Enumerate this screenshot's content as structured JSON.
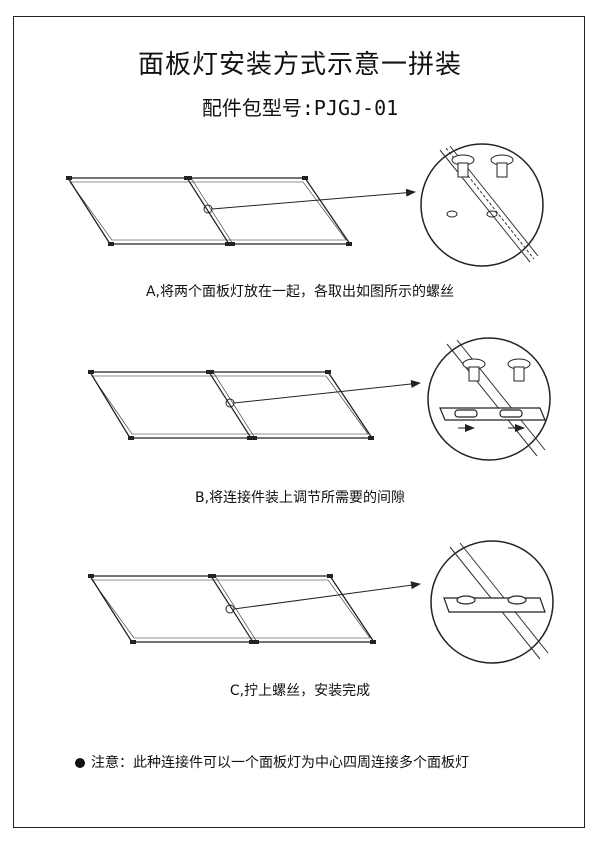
{
  "header": {
    "title": "面板灯安装方式示意一拼装",
    "model": "配件包型号:PJGJ-01"
  },
  "steps": [
    {
      "caption": "A,将两个面板灯放在一起，各取出如图所示的螺丝"
    },
    {
      "caption": "B,将连接件装上调节所需要的间隙"
    },
    {
      "caption": "C,拧上螺丝，安装完成"
    }
  ],
  "note": "注意：此种连接件可以一个面板灯为中心四周连接多个面板灯"
}
